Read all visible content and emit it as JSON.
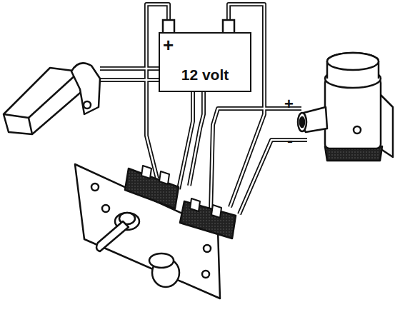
{
  "diagram": {
    "nodes": [
      {
        "text": [
          "12 volt"
        ]
      }
    ],
    "labels": [
      "+",
      "+",
      "-"
    ]
  }
}
